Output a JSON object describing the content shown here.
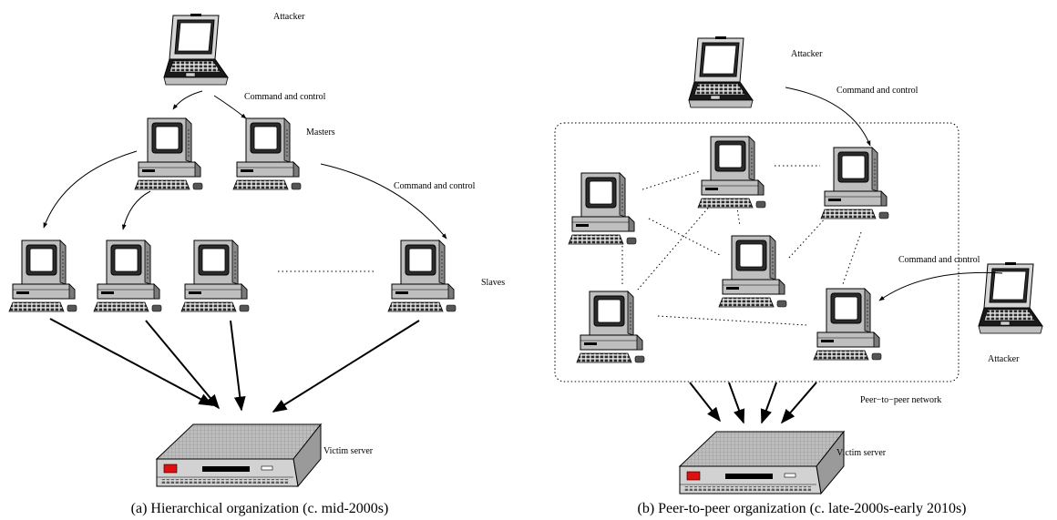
{
  "panel_a": {
    "attacker": "Attacker",
    "cc_top": "Command and control",
    "masters": "Masters",
    "cc_right": "Command and control",
    "slaves": "Slaves",
    "victim": "Victim server",
    "caption": "(a) Hierarchical organization (c. mid-2000s)"
  },
  "panel_b": {
    "attacker_top": "Attacker",
    "cc_top": "Command and control",
    "cc_right": "Command and control",
    "attacker_right": "Attacker",
    "network": "Peer−to−peer network",
    "victim": "Victim server",
    "caption": "(b) Peer-to-peer organization (c. late-2000s-early 2010s)"
  },
  "icons": {
    "laptop": "laptop-icon",
    "desktop": "desktop-computer-icon",
    "server": "server-icon"
  }
}
